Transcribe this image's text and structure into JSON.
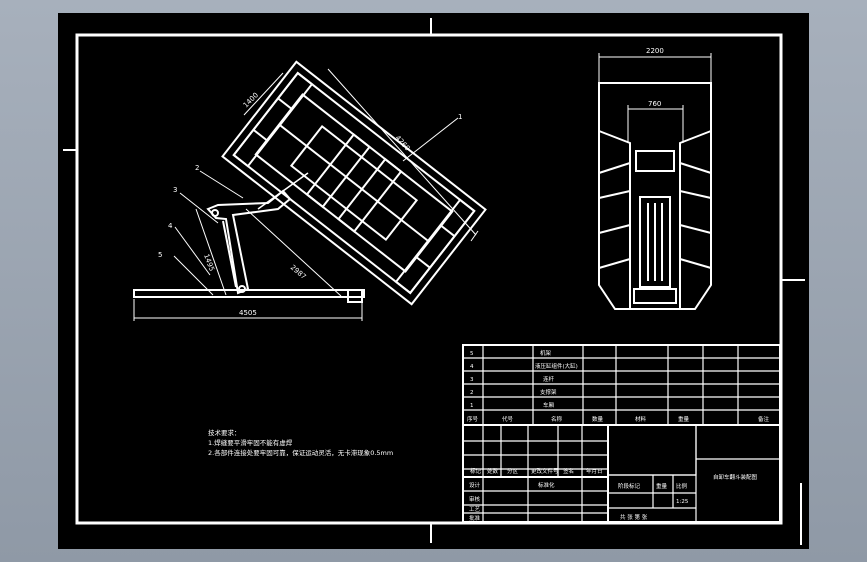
{
  "drawing": {
    "dimensions": {
      "top_width": "2200",
      "inner_width": "760",
      "box_width": "1400",
      "box_length": "4260",
      "base_length": "4505",
      "arm_length": "2987",
      "small_dim": "1495"
    },
    "callouts": [
      "1",
      "2",
      "3",
      "4",
      "5"
    ],
    "tech_notes": {
      "title": "技术要求：",
      "line1": "1.焊缝要平滑牢固不能有虚焊",
      "line2": "2.各部件连接处要牢固可靠，保证运动灵活，无卡滞现象0.5mm"
    },
    "bom": {
      "rows": [
        {
          "no": "5",
          "name": "机架"
        },
        {
          "no": "4",
          "name": "液压缸组件(大缸)"
        },
        {
          "no": "3",
          "name": "连杆"
        },
        {
          "no": "2",
          "name": "支撑架"
        },
        {
          "no": "1",
          "name": "车厢"
        }
      ],
      "header": {
        "no": "序号",
        "code": "代号",
        "name": "名称",
        "qty": "数量",
        "material": "材料",
        "weight": "重量",
        "note": "备注"
      }
    },
    "title_block": {
      "labels": [
        "标记",
        "处数",
        "分区",
        "更改文件号",
        "签名",
        "年月日"
      ],
      "design": "设计",
      "check": "审核",
      "process": "工艺",
      "approve": "批准",
      "standard": "标准化",
      "stage": "阶段标记",
      "mass": "重量",
      "scale": "比例",
      "scale_value": "1:25",
      "sheet": "共 张 第 张",
      "drawing_name": "自卸车翻斗装配图"
    }
  }
}
